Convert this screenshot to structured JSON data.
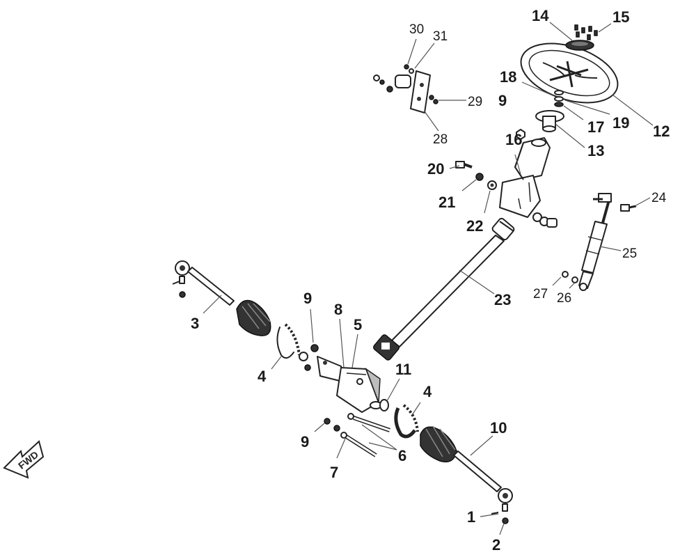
{
  "callouts": {
    "c1": "1",
    "c2": "2",
    "c3": "3",
    "c4a": "4",
    "c4b": "4",
    "c5": "5",
    "c6": "6",
    "c7": "7",
    "c8": "8",
    "c9a": "9",
    "c9b": "9",
    "c9c": "9",
    "c10": "10",
    "c11": "11",
    "c12": "12",
    "c13": "13",
    "c14": "14",
    "c15": "15",
    "c16": "16",
    "c17": "17",
    "c18": "18",
    "c19": "19",
    "c20": "20",
    "c21": "21",
    "c22": "22",
    "c23": "23",
    "c24": "24",
    "c25": "25",
    "c26": "26",
    "c27": "27",
    "c28": "28",
    "c29": "29",
    "c30": "30",
    "c31": "31"
  },
  "fwd_label": "FWD"
}
